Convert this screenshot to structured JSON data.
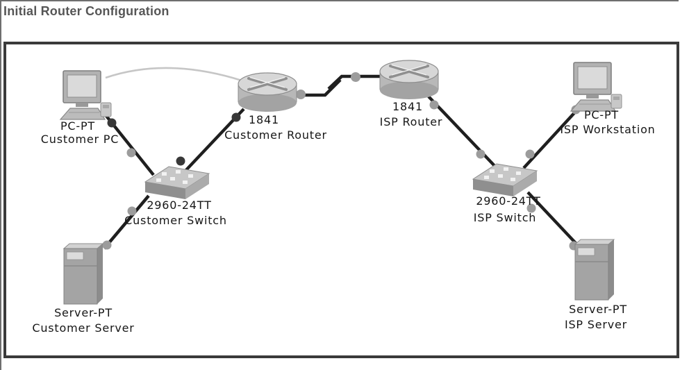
{
  "page": {
    "title": "Initial Router Configuration"
  },
  "diagram": {
    "devices": [
      {
        "id": "customer-pc",
        "model": "PC-PT",
        "name": "Customer PC",
        "type": "pc"
      },
      {
        "id": "customer-router",
        "model": "1841",
        "name": "Customer Router",
        "type": "router"
      },
      {
        "id": "isp-router",
        "model": "1841",
        "name": "ISP Router",
        "type": "router"
      },
      {
        "id": "isp-workstation",
        "model": "PC-PT",
        "name": "ISP Workstation",
        "type": "pc"
      },
      {
        "id": "customer-switch",
        "model": "2960-24TT",
        "name": "Customer Switch",
        "type": "switch"
      },
      {
        "id": "isp-switch",
        "model": "2960-24TT",
        "name": "ISP Switch",
        "type": "switch"
      },
      {
        "id": "customer-server",
        "model": "Server-PT",
        "name": "Customer Server",
        "type": "server"
      },
      {
        "id": "isp-server",
        "model": "Server-PT",
        "name": "ISP Server",
        "type": "server"
      }
    ],
    "links": [
      {
        "from": "Customer PC",
        "to": "Customer Router",
        "type": "console-curved"
      },
      {
        "from": "Customer PC",
        "to": "Customer Switch",
        "type": "ethernet"
      },
      {
        "from": "Customer Router",
        "to": "Customer Switch",
        "type": "ethernet"
      },
      {
        "from": "Customer Router",
        "to": "ISP Router",
        "type": "serial"
      },
      {
        "from": "ISP Router",
        "to": "ISP Switch",
        "type": "ethernet"
      },
      {
        "from": "ISP Switch",
        "to": "ISP Workstation",
        "type": "ethernet"
      },
      {
        "from": "ISP Switch",
        "to": "ISP Server",
        "type": "ethernet"
      },
      {
        "from": "Customer Switch",
        "to": "Customer Server",
        "type": "ethernet"
      }
    ],
    "colors": {
      "frame_border": "#3a3a3a",
      "outer_border": "#6e6e6e",
      "title_text": "#565656",
      "label_text": "#161616",
      "cable": "#1f1f1f",
      "console_cable": "#c6c6c6",
      "connector_light": "#9c9c9c",
      "connector_dark": "#383838"
    }
  }
}
